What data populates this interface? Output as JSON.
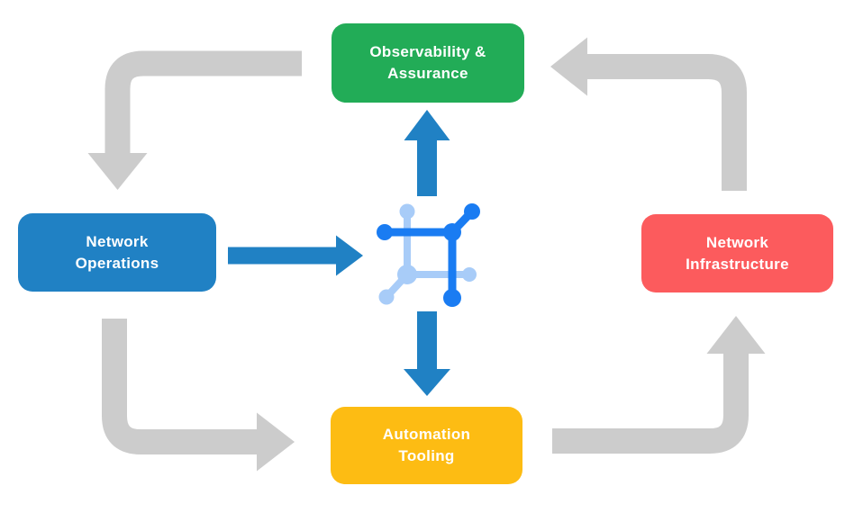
{
  "nodes": [
    {
      "id": "observability-assurance",
      "label": "Observability &\nAssurance",
      "color": "#22AC57"
    },
    {
      "id": "network-operations",
      "label": "Network\nOperations",
      "color": "#2081C4"
    },
    {
      "id": "network-infrastructure",
      "label": "Network\nInfrastructure",
      "color": "#FC5B5D"
    },
    {
      "id": "automation-tooling",
      "label": "Automation\nTooling",
      "color": "#FDBC13"
    }
  ],
  "colors": {
    "background": "#FFFFFF",
    "text": "#FFFFFF",
    "flow_arrow_gray": "#CCCCCC",
    "data_arrow_blue": "#2081C4",
    "icon_dark_blue": "#1A7CF2",
    "icon_light_blue": "#A8CCF8"
  },
  "icons": {
    "center": "network-fabric-icon"
  },
  "arrows": {
    "gray_cycle": [
      {
        "from": "observability-assurance",
        "to": "network-operations"
      },
      {
        "from": "network-operations",
        "to": "automation-tooling"
      },
      {
        "from": "automation-tooling",
        "to": "network-infrastructure"
      },
      {
        "from": "network-infrastructure",
        "to": "observability-assurance"
      }
    ],
    "blue": [
      {
        "from": "network-operations",
        "to": "center-icon"
      },
      {
        "from": "center-icon",
        "to": "observability-assurance"
      },
      {
        "from": "center-icon",
        "to": "automation-tooling"
      }
    ]
  }
}
